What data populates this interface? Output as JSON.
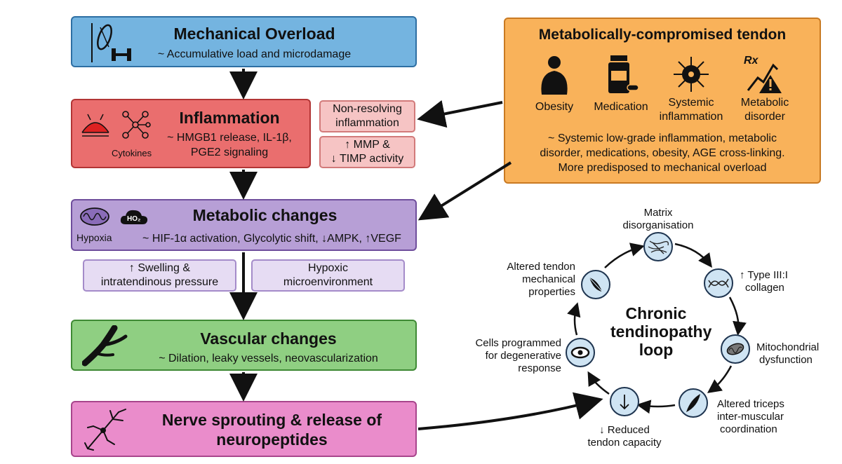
{
  "mechanical": {
    "title": "Mechanical Overload",
    "sub": "~ Accumulative load and microdamage"
  },
  "inflammation": {
    "title": "Inflammation",
    "sub1": "~ HMGB1 release, IL-1β,",
    "sub2": "PGE2 signaling",
    "icon_label": "Cytokines",
    "side1_line1": "Non-resolving",
    "side1_line2": "inflammation",
    "side2_line1": "↑ MMP &",
    "side2_line2": "↓ TIMP activity"
  },
  "metabolic_changes": {
    "title": "Metabolic changes",
    "sub": "~ HIF-1α activation, Glycolytic shift, ↓AMPK, ↑VEGF",
    "icon_label": "Hypoxia",
    "cloud_label": "HO₂",
    "below1_line1": "↑ Swelling &",
    "below1_line2": "intratendinous pressure",
    "below2_line1": "Hypoxic",
    "below2_line2": "microenvironment"
  },
  "vascular": {
    "title": "Vascular changes",
    "sub": "~ Dilation, leaky vessels, neovascularization"
  },
  "nerve": {
    "title_line1": "Nerve sprouting & release of",
    "title_line2": "neuropeptides"
  },
  "compromised": {
    "title": "Metabolically-compromised tendon",
    "icons": [
      {
        "line1": "Obesity",
        "line2": "",
        "icon": "person-icon"
      },
      {
        "line1": "Medication",
        "line2": "",
        "icon": "pill-bottle-icon"
      },
      {
        "line1": "Systemic",
        "line2": "inflammation",
        "icon": "virus-icon"
      },
      {
        "line1": "Metabolic",
        "line2": "disorder",
        "icon": "warning-icon"
      }
    ],
    "rx_label": "Rx",
    "desc1": "~ Systemic low-grade inflammation, metabolic",
    "desc2": "disorder, medications, obesity, AGE cross-linking.",
    "desc3": "More predisposed to mechanical overload"
  },
  "loop": {
    "title1": "Chronic",
    "title2": "tendinopathy",
    "title3": "loop",
    "nodes": [
      {
        "line1": "Matrix",
        "line2": "disorganisation",
        "line3": "",
        "icon": "fibers-icon"
      },
      {
        "line1": "↑ Type III:I",
        "line2": "collagen",
        "line3": "",
        "icon": "helix-icon"
      },
      {
        "line1": "Mitochondrial",
        "line2": "dysfunction",
        "line3": "",
        "icon": "mitochondria-icon"
      },
      {
        "line1": "Altered triceps",
        "line2": "inter-muscular",
        "line3": "coordination",
        "icon": "muscle-icon"
      },
      {
        "line1": "↓ Reduced",
        "line2": "tendon capacity",
        "line3": "",
        "icon": "down-arrow-icon"
      },
      {
        "line1": "Cells programmed",
        "line2": "for degenerative",
        "line3": "response",
        "icon": "cell-icon"
      },
      {
        "line1": "Altered tendon",
        "line2": "mechanical",
        "line3": "properties",
        "icon": "tendon-icon"
      }
    ]
  },
  "colors": {
    "blue": "#74b4e0",
    "blue_border": "#2e6fa3",
    "red": "#ea6e6e",
    "red_border": "#b23535",
    "purple": "#b79fd6",
    "purple_border": "#6f4e9c",
    "green": "#8fcf82",
    "green_border": "#3f8a35",
    "pink": "#ea8ccb",
    "pink_border": "#a8458c",
    "orange": "#f9b25a",
    "orange_border": "#c97a22",
    "node_fill": "#cfe4f3",
    "node_border": "#1f3550"
  }
}
